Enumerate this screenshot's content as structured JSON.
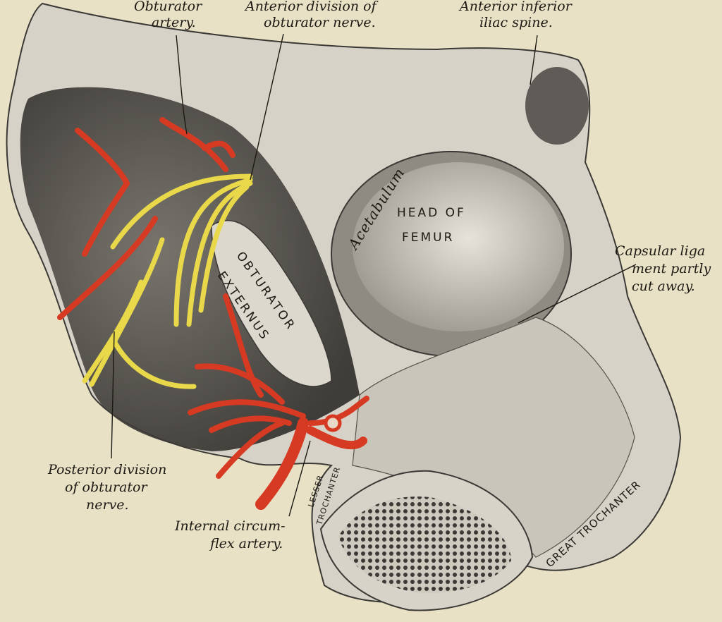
{
  "labels": {
    "obturator_artery": [
      "Obturator",
      "artery."
    ],
    "anterior_division": [
      "Anterior division of",
      "obturator nerve."
    ],
    "anterior_inferior_iliac_spine": [
      "Anterior inferior",
      "iliac spine."
    ],
    "capsular_ligament": [
      "Capsular liga",
      "ment partly",
      "cut away."
    ],
    "posterior_division": [
      "Posterior division",
      "of obturator",
      "nerve."
    ],
    "internal_circumflex": [
      "Internal circum-",
      "flex artery."
    ]
  },
  "structure_labels": {
    "acetabulum": "Acetabulum",
    "head_of_femur": [
      "HEAD OF",
      "FEMUR"
    ],
    "obturator_externus": [
      "OBTURATOR",
      "EXTERNUS"
    ],
    "lesser_trochanter": [
      "LESSER",
      "TROCHANTER"
    ],
    "great_trochanter": "GREAT TROCHANTER"
  },
  "colors": {
    "background": "#e9e1c6",
    "artery": "#d63a22",
    "nerve": "#e8d84a",
    "bone": "#d9d4c6",
    "shadow": "#5a5650"
  }
}
